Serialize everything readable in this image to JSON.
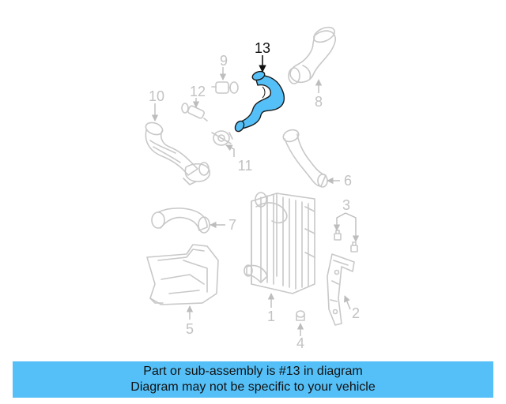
{
  "callouts": {
    "c1": "1",
    "c2": "2",
    "c3": "3",
    "c4": "4",
    "c5": "5",
    "c6": "6",
    "c7": "7",
    "c8": "8",
    "c9": "9",
    "c10": "10",
    "c11": "11",
    "c12": "12",
    "c13": "13"
  },
  "highlighted_part": "13",
  "colors": {
    "highlight_fill": "#55c0f8",
    "highlight_stroke": "#1a1a1a",
    "part_outline": "#c8c8c8",
    "banner_background": "#55c0f8"
  },
  "banner": {
    "line1": "Part or sub-assembly is #13 in diagram",
    "line2": "Diagram may not be specific to your vehicle"
  }
}
